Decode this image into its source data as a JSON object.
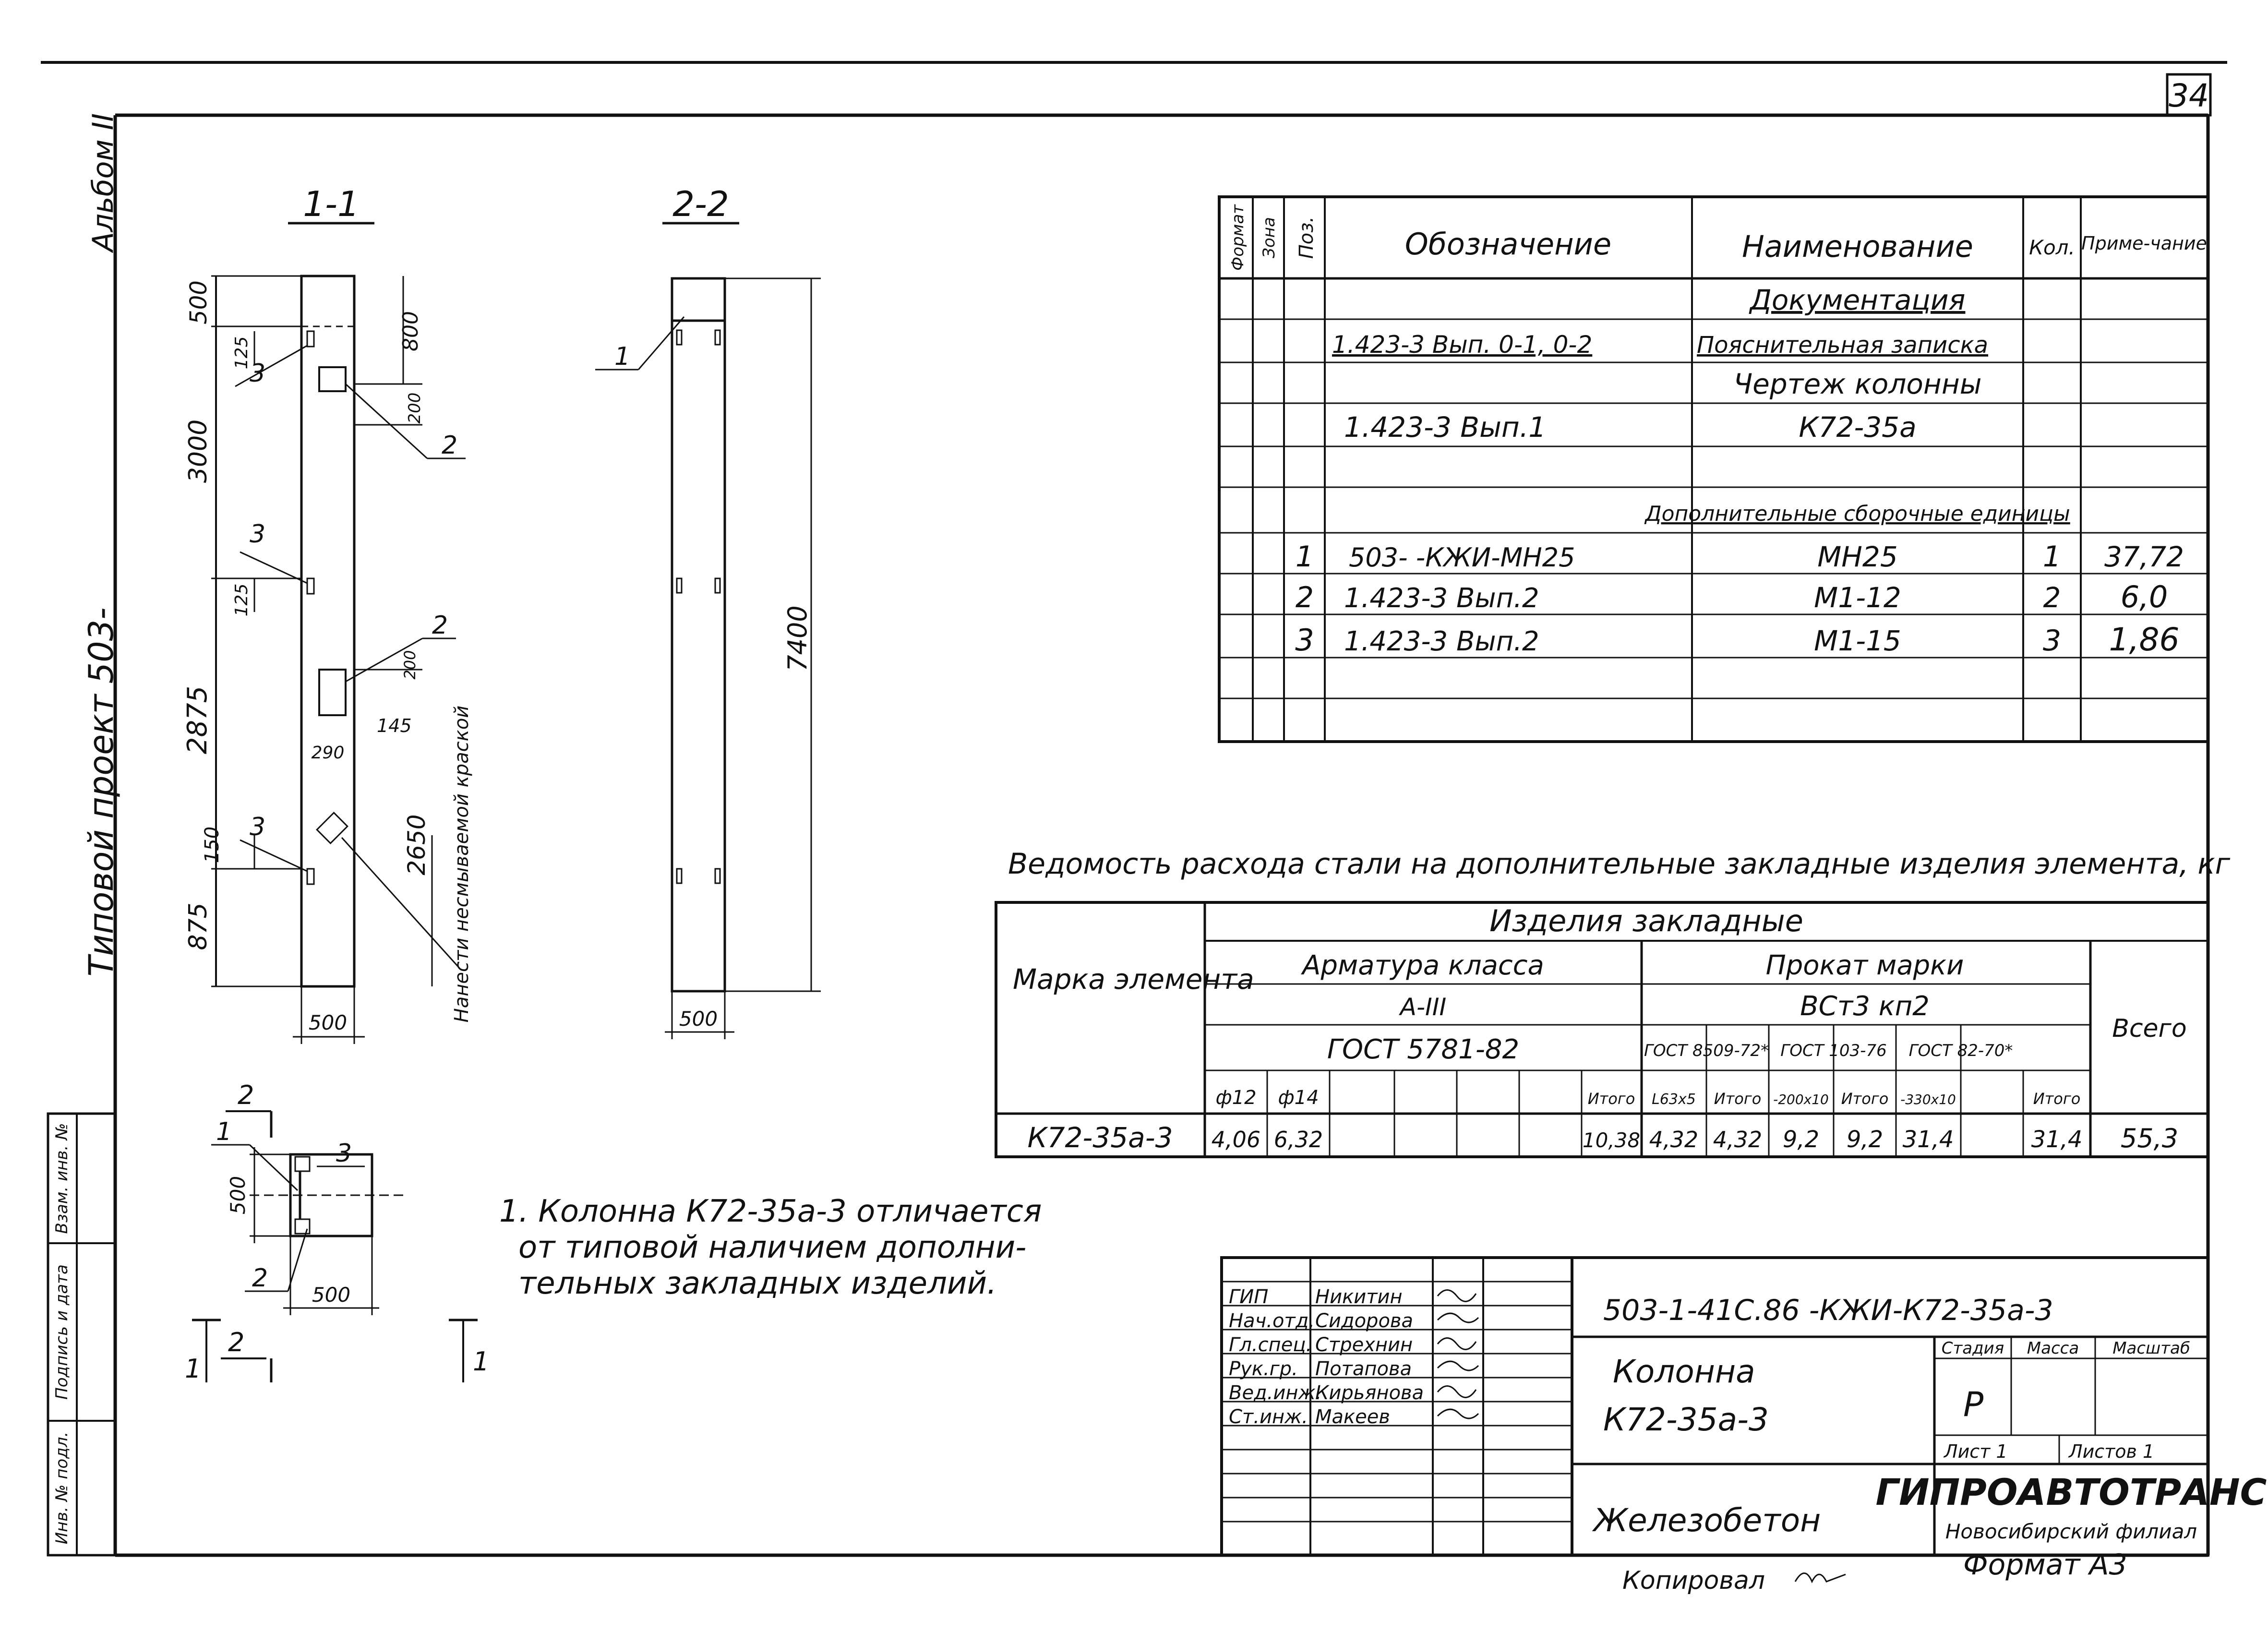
{
  "sheet": {
    "number": "34",
    "album": "Альбом II",
    "project": "Типовой проект 503-"
  },
  "side_stamp": [
    "Инв. № подл.",
    "Подпись и дата",
    "Взам. инв. №"
  ],
  "section_1": {
    "title": "1-1",
    "dims_left": [
      "500",
      "3000",
      "2875",
      "875"
    ],
    "dims_inner": [
      "125",
      "125",
      "150"
    ],
    "dims_right": [
      "800",
      "200",
      "200",
      "145",
      "2650"
    ],
    "width": "500",
    "width_small": "290",
    "callouts": [
      "3",
      "2",
      "3",
      "2",
      "3"
    ],
    "note_vertical": "Нанести несмываемой краской"
  },
  "section_2": {
    "title": "2-2",
    "height": "7400",
    "width": "500",
    "callout": "1"
  },
  "plan_view": {
    "dim_h": "500",
    "dim_v": "500",
    "callouts": [
      "1",
      "3",
      "2"
    ],
    "cut_marks": [
      "2",
      "2",
      "1",
      "1"
    ]
  },
  "spec_table": {
    "headers": [
      "Формат",
      "Зона",
      "Поз.",
      "Обозначение",
      "Наименование",
      "Кол.",
      "Приме-чание"
    ],
    "rows": [
      {
        "pos": "",
        "designation": "",
        "name": "Документация",
        "qty": "",
        "note": ""
      },
      {
        "pos": "",
        "designation": "1.423-3 Вып. 0-1, 0-2",
        "name": "Пояснительная записка",
        "qty": "",
        "note": ""
      },
      {
        "pos": "",
        "designation": "",
        "name": "Чертеж колонны",
        "qty": "",
        "note": ""
      },
      {
        "pos": "",
        "designation": "1.423-3 Вып.1",
        "name": "К72-35а",
        "qty": "",
        "note": ""
      },
      {
        "pos": "",
        "designation": "",
        "name": "",
        "qty": "",
        "note": ""
      },
      {
        "pos": "",
        "designation": "",
        "name": "Дополнительные сборочные единицы",
        "qty": "",
        "note": ""
      },
      {
        "pos": "1",
        "designation": "503- -КЖИ-МН25",
        "name": "МН25",
        "qty": "1",
        "note": "37,72"
      },
      {
        "pos": "2",
        "designation": "1.423-3 Вып.2",
        "name": "М1-12",
        "qty": "2",
        "note": "6,0"
      },
      {
        "pos": "3",
        "designation": "1.423-3 Вып.2",
        "name": "М1-15",
        "qty": "3",
        "note": "1,86"
      },
      {
        "pos": "",
        "designation": "",
        "name": "",
        "qty": "",
        "note": ""
      },
      {
        "pos": "",
        "designation": "",
        "name": "",
        "qty": "",
        "note": ""
      }
    ]
  },
  "steel_table": {
    "title": "Ведомость расхода стали на дополнительные закладные изделия элемента, кг",
    "head_mark": "Марка элемента",
    "head_group": "Изделия закладные",
    "head_rebar": "Арматура класса",
    "head_rebar_class": "А-III",
    "head_rebar_gost": "ГОСТ 5781-82",
    "head_rolled": "Прокат марки",
    "head_rolled_grade": "ВСт3 кп2",
    "head_gost_1": "ГОСТ 8509-72*",
    "head_gost_2": "ГОСТ 103-76",
    "head_gost_3": "ГОСТ 82-70*",
    "head_total": "Всего",
    "sub_headers": [
      "ф12",
      "ф14",
      "",
      "",
      "",
      "",
      "Итого",
      "L63х5",
      "Итого",
      "-200х10",
      "Итого",
      "-330х10",
      "",
      "Итого"
    ],
    "row": {
      "mark": "К72-35а-3",
      "values": [
        "4,06",
        "6,32",
        "",
        "",
        "",
        "",
        "10,38",
        "4,32",
        "4,32",
        "9,2",
        "9,2",
        "31,4",
        "",
        "31,4"
      ],
      "total": "55,3"
    }
  },
  "note": {
    "lines": [
      "1. Колонна К72-35а-3 отличается",
      "от типовой наличием дополни-",
      "тельных закладных изделий."
    ]
  },
  "title_block": {
    "code": "503-1-41С.86 -КЖИ-К72-35а-3",
    "roles": [
      "ГИП",
      "Нач.отд.",
      "Гл.спец.",
      "Рук.гр.",
      "Вед.инж.",
      "Ст.инж."
    ],
    "names": [
      "Никитин",
      "Сидорова",
      "Стрехнин",
      "Потапова",
      "Кирьянова",
      "Макеев"
    ],
    "product_line1": "Колонна",
    "product_line2": "К72-35а-3",
    "stage_label": "Стадия",
    "mass_label": "Масса",
    "scale_label": "Масштаб",
    "stage": "Р",
    "sheet_label": "Лист 1",
    "sheets_label": "Листов 1",
    "material": "Железобетон",
    "org": "ГИПРОАВТОТРАНС",
    "branch": "Новосибирский филиал"
  },
  "footer": {
    "copied": "Копировал",
    "format": "Формат А3"
  }
}
